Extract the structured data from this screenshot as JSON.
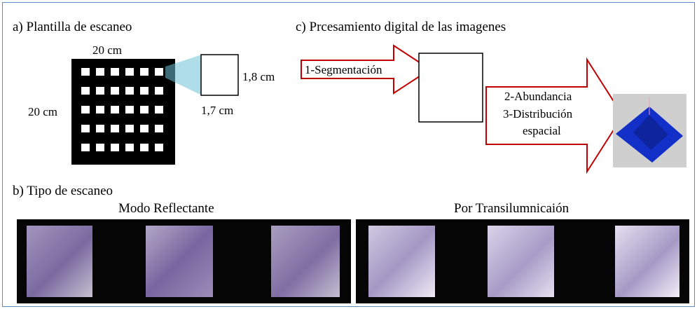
{
  "panels": {
    "a": {
      "title": "a) Plantilla de escaneo",
      "width_label": "20 cm",
      "height_label": "20 cm",
      "cell_width_label": "1,7 cm",
      "cell_height_label": "1,8 cm"
    },
    "b": {
      "title": "b) Tipo de escaneo",
      "mode_reflective": "Modo Reflectante",
      "mode_transillumination": "Por Transilumnicaión"
    },
    "c": {
      "title": "c) Prcesamiento digital de las imagenes",
      "step1": "1-Segmentación",
      "step2": "2-Abundancia",
      "step3a": "3-Distribución",
      "step3b": "espacial"
    }
  },
  "colors": {
    "frame_border": "#5b8bc4",
    "arrow_stroke": "#c00000",
    "grid_black": "#000000",
    "magnifier": "#6fc3d6",
    "surface_blue": "#1230c8",
    "sample_reflective": "#8a7aa8",
    "sample_transillum": "#b8aed0"
  }
}
